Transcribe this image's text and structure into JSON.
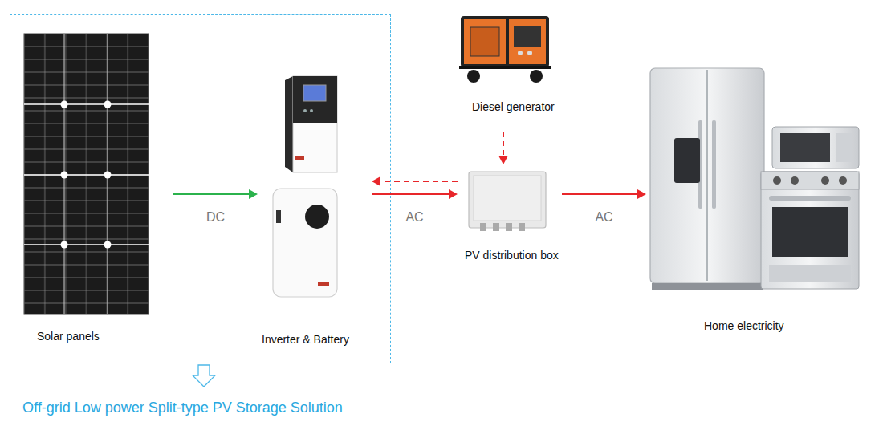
{
  "diagram": {
    "nodes": [
      {
        "text": [
          "Off-grid Low power Split-type PV Storage Solution"
        ]
      },
      {
        "text": [
          "Solar panels"
        ],
        "in": 0
      },
      {
        "text": [
          "Inverter & Battery"
        ],
        "in": 0
      },
      {
        "text": [
          "Diesel generator"
        ]
      },
      {
        "text": [
          "PV distribution box"
        ]
      },
      {
        "text": [
          "Home electricity"
        ]
      }
    ],
    "edges": [
      {
        "from": 1,
        "to": 2,
        "arrow": "to",
        "label": "DC"
      },
      {
        "from": 2,
        "to": 4,
        "arrow": "to",
        "label": "AC"
      },
      {
        "from": 4,
        "to": 2,
        "arrow": "to"
      },
      {
        "from": 3,
        "to": 4,
        "arrow": "to"
      },
      {
        "from": 4,
        "to": 5,
        "arrow": "to",
        "label": "AC"
      }
    ]
  }
}
